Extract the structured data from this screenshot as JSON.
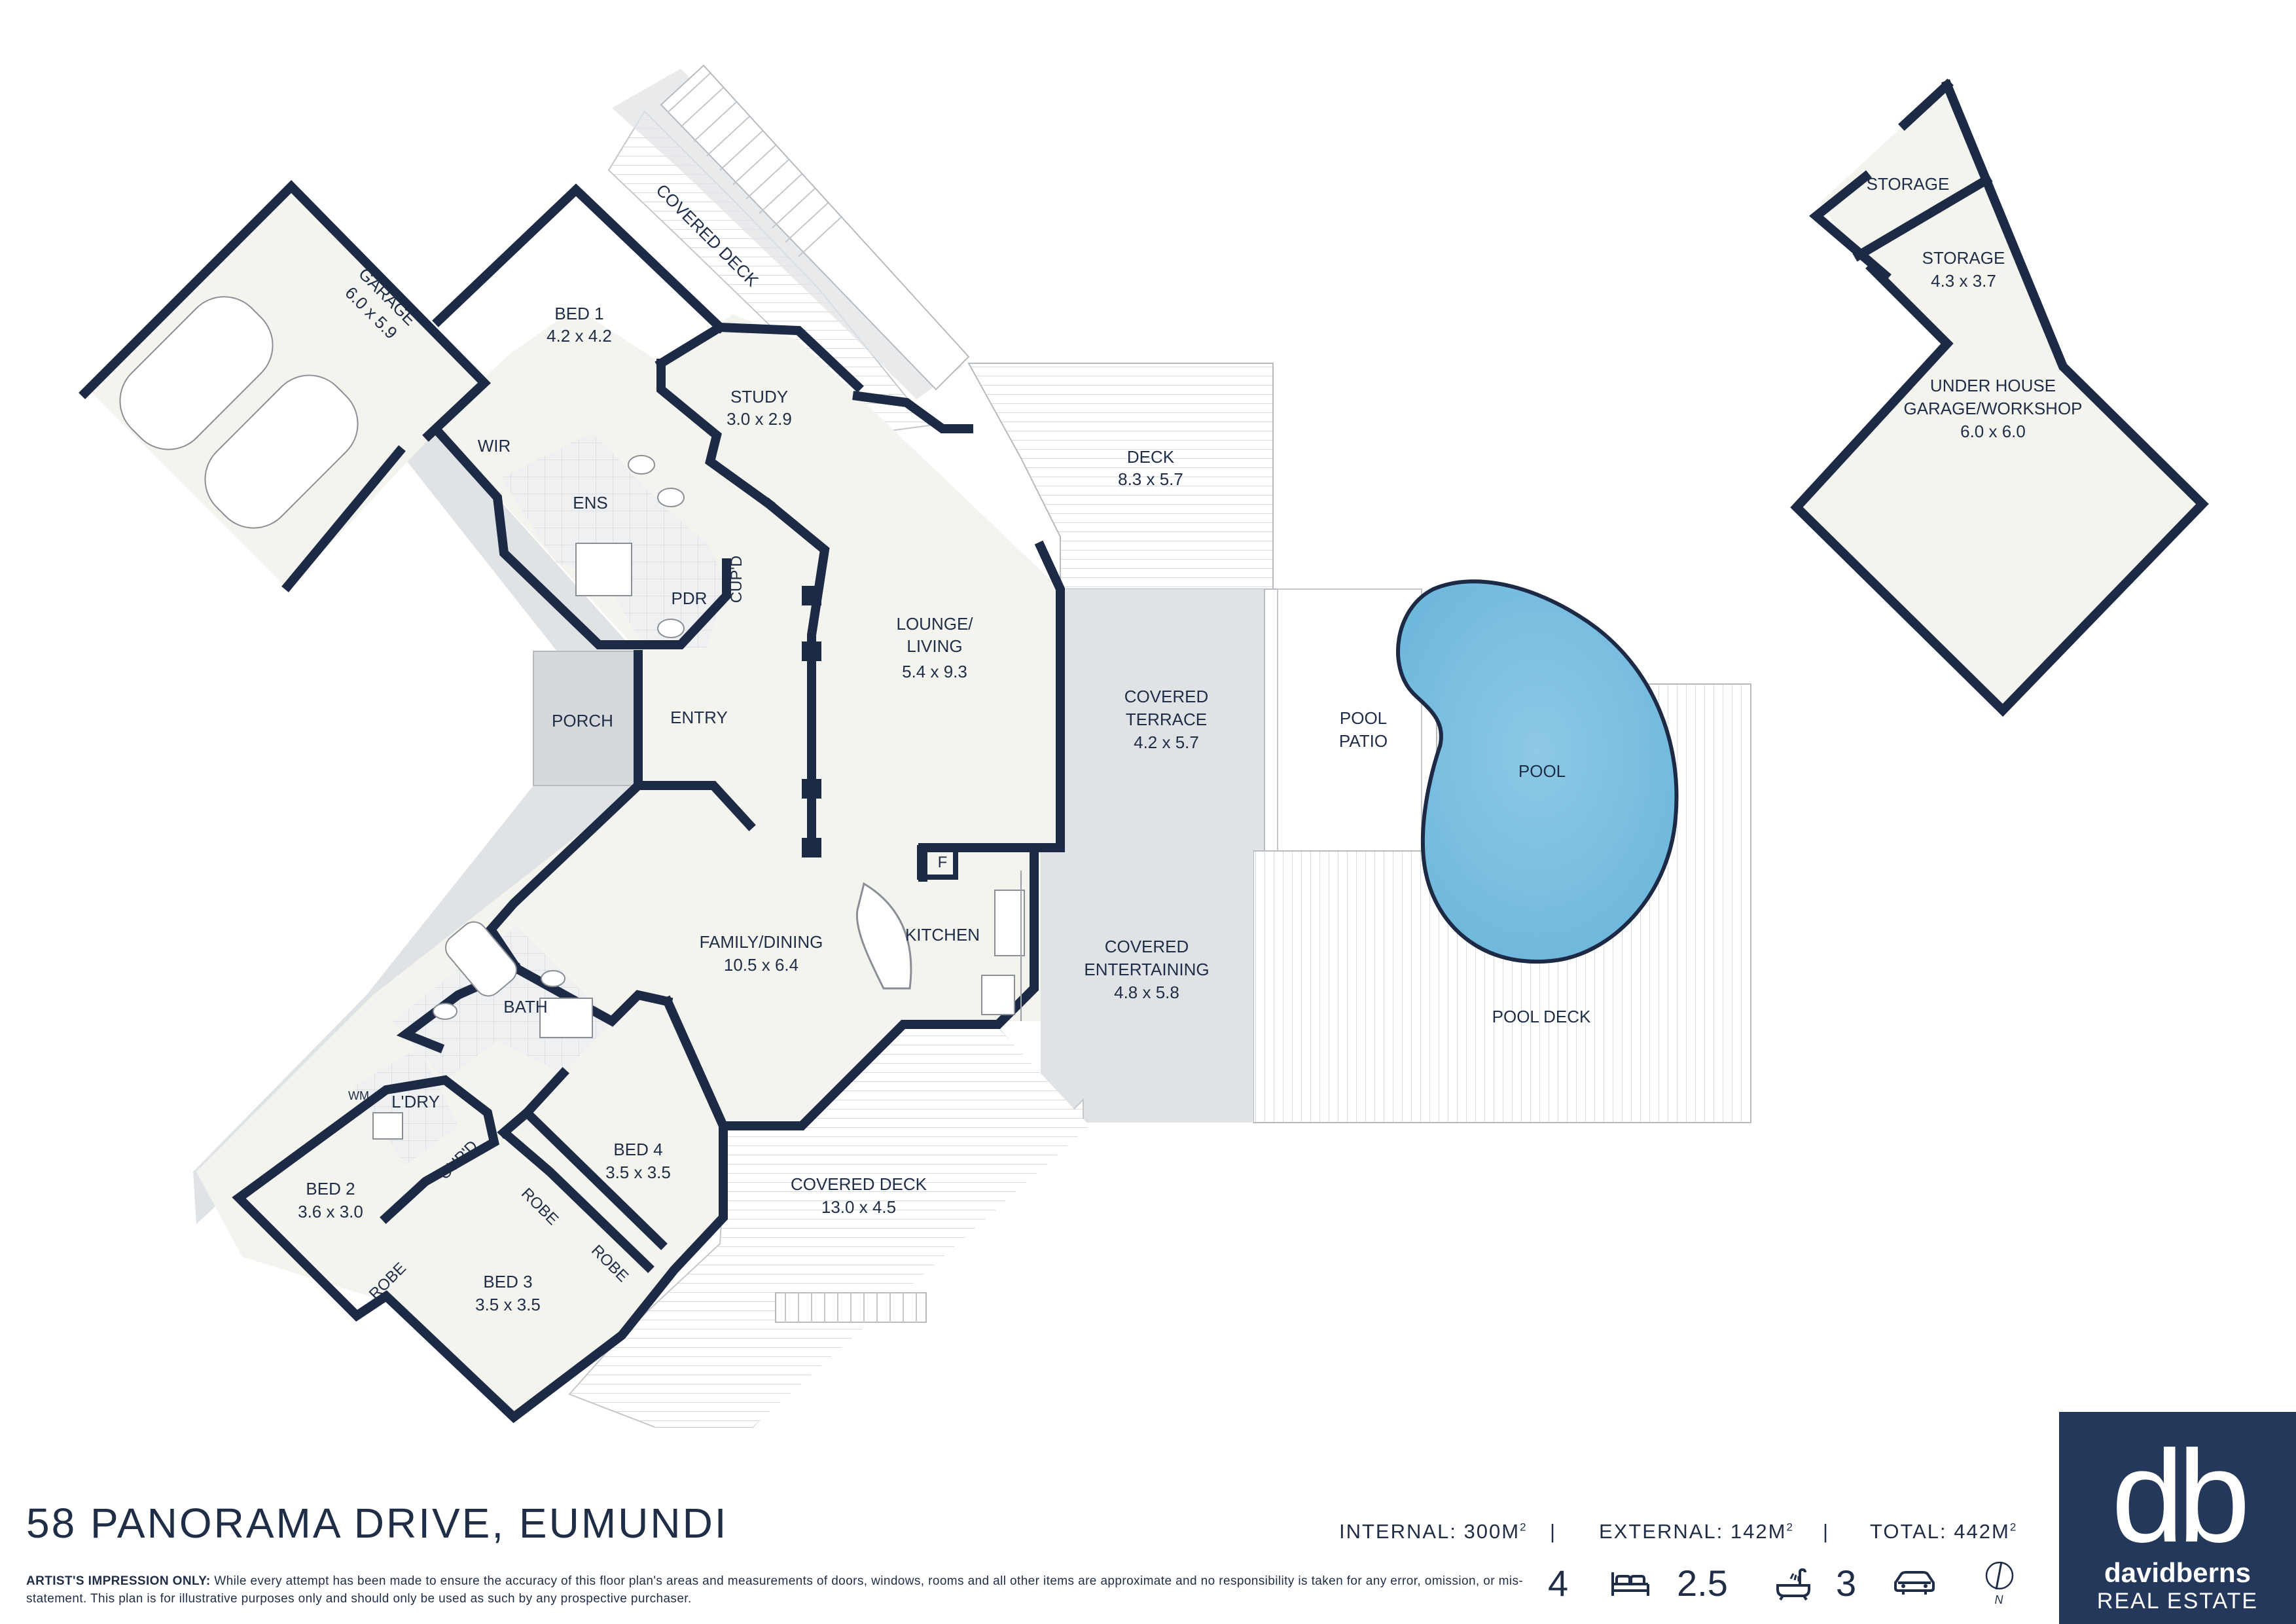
{
  "rooms": {
    "garage": {
      "name": "GARAGE",
      "dims": "6.0 x 5.9"
    },
    "bed1": {
      "name": "BED 1",
      "dims": "4.2 x 4.2"
    },
    "covered_deck_top": {
      "name": "COVERED DECK"
    },
    "study": {
      "name": "STUDY",
      "dims": "3.0 x 2.9"
    },
    "wir": {
      "name": "WIR"
    },
    "ens": {
      "name": "ENS"
    },
    "pdr": {
      "name": "PDR"
    },
    "cupd1": {
      "name": "CUP'D"
    },
    "deck": {
      "name": "DECK",
      "dims": "8.3 x 5.7"
    },
    "lounge": {
      "line1": "LOUNGE/",
      "line2": "LIVING",
      "dims": "5.4 x 9.3"
    },
    "covered_terrace": {
      "line1": "COVERED",
      "line2": "TERRACE",
      "dims": "4.2 x 5.7"
    },
    "pool_patio": {
      "line1": "POOL",
      "line2": "PATIO"
    },
    "pool": {
      "name": "POOL"
    },
    "porch": {
      "name": "PORCH"
    },
    "entry": {
      "name": "ENTRY"
    },
    "fridge": {
      "name": "F"
    },
    "family": {
      "name": "FAMILY/DINING",
      "dims": "10.5 x 6.4"
    },
    "kitchen": {
      "name": "KITCHEN"
    },
    "covered_entertaining": {
      "line1": "COVERED",
      "line2": "ENTERTAINING",
      "dims": "4.8 x 5.8"
    },
    "pool_deck": {
      "name": "POOL DECK"
    },
    "bath": {
      "name": "BATH"
    },
    "wm": {
      "name": "WM"
    },
    "ldry": {
      "name": "L'DRY"
    },
    "cupd2": {
      "name": "CUP'D"
    },
    "bed4": {
      "name": "BED 4",
      "dims": "3.5 x 3.5"
    },
    "covered_deck_bottom": {
      "name": "COVERED DECK",
      "dims": "13.0 x 4.5"
    },
    "bed2": {
      "name": "BED 2",
      "dims": "3.6 x 3.0"
    },
    "robe1": {
      "name": "ROBE"
    },
    "robe2": {
      "name": "ROBE"
    },
    "robe3": {
      "name": "ROBE"
    },
    "bed3": {
      "name": "BED 3",
      "dims": "3.5 x 3.5"
    },
    "storage_small": {
      "name": "STORAGE"
    },
    "storage": {
      "name": "STORAGE",
      "dims": "4.3 x 3.7"
    },
    "under_house": {
      "line1": "UNDER HOUSE",
      "line2": "GARAGE/WORKSHOP",
      "dims": "6.0 x 6.0"
    }
  },
  "footer": {
    "address": "58 PANORAMA DRIVE, EUMUNDI",
    "disclaimer_lead": "ARTIST'S IMPRESSION ONLY:",
    "disclaimer_body": "While every attempt has been made to ensure the accuracy of this floor plan's areas and measurements of doors, windows, rooms and all other items are approximate and no responsibility is taken for any error, omission, or mis-statement. This plan is for illustrative purposes only and should only be used as such by any prospective purchaser.",
    "internal": "INTERNAL: 300M",
    "external": "EXTERNAL: 142M",
    "total": "TOTAL: 442M",
    "area_unit_power": "2",
    "separator": "|",
    "beds": "4",
    "baths": "2.5",
    "cars": "3",
    "north": "N"
  },
  "brand": {
    "monogram": "db",
    "name_line1": "davidberns",
    "name_line2": "REAL ESTATE",
    "color": "#24385b"
  },
  "icons": [
    "bed-icon",
    "bath-icon",
    "car-icon",
    "compass-icon"
  ]
}
